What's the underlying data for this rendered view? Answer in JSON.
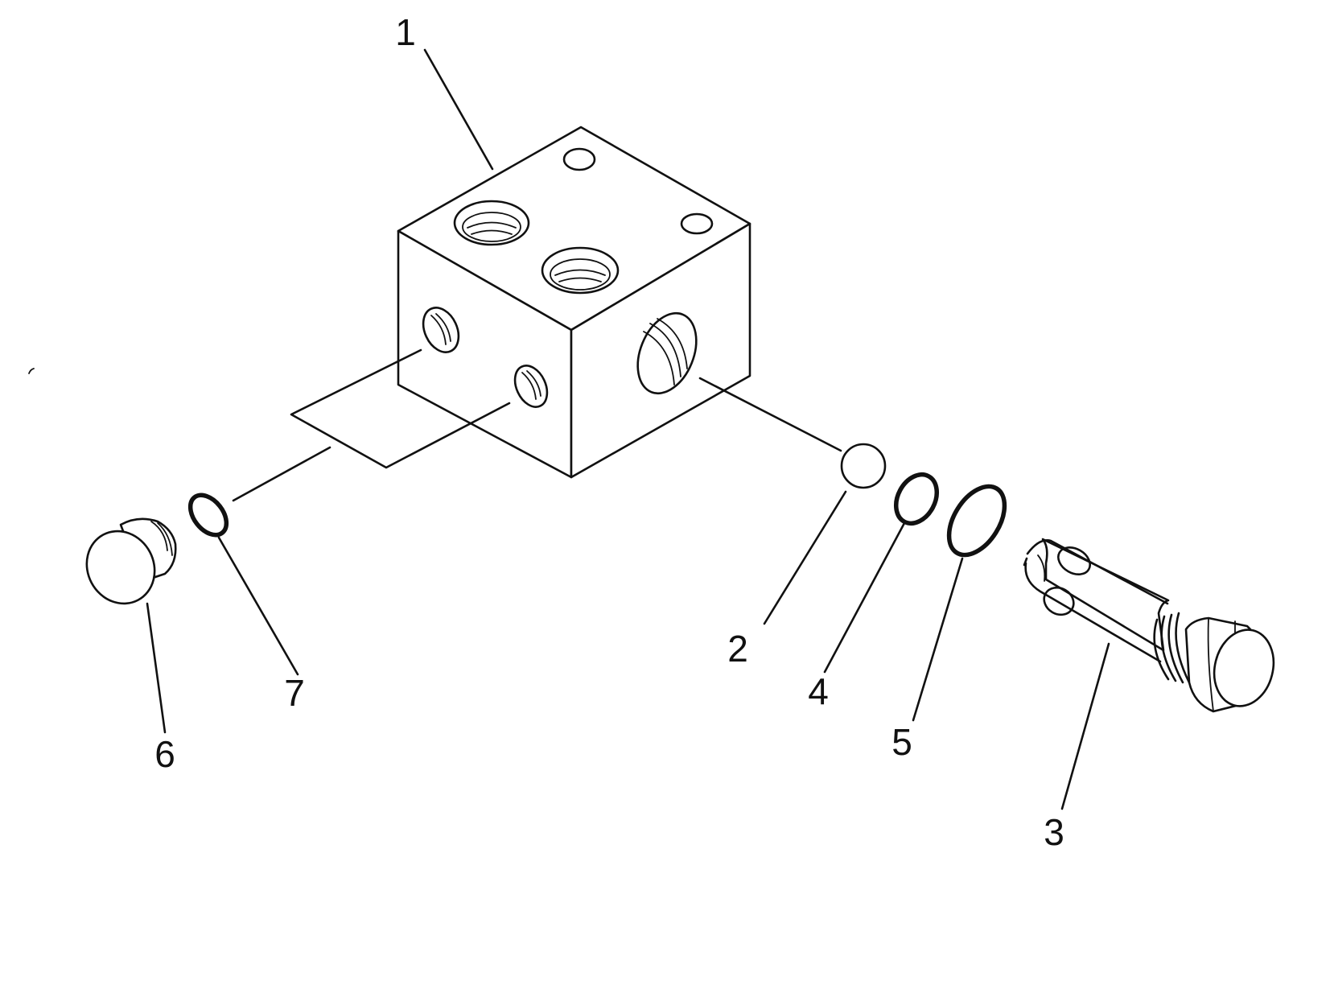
{
  "diagram": {
    "labels": {
      "p1": "1",
      "p2": "2",
      "p3": "3",
      "p4": "4",
      "p5": "5",
      "p6": "6",
      "p7": "7"
    },
    "colors": {
      "line": "#111111",
      "background": "#ffffff"
    }
  }
}
